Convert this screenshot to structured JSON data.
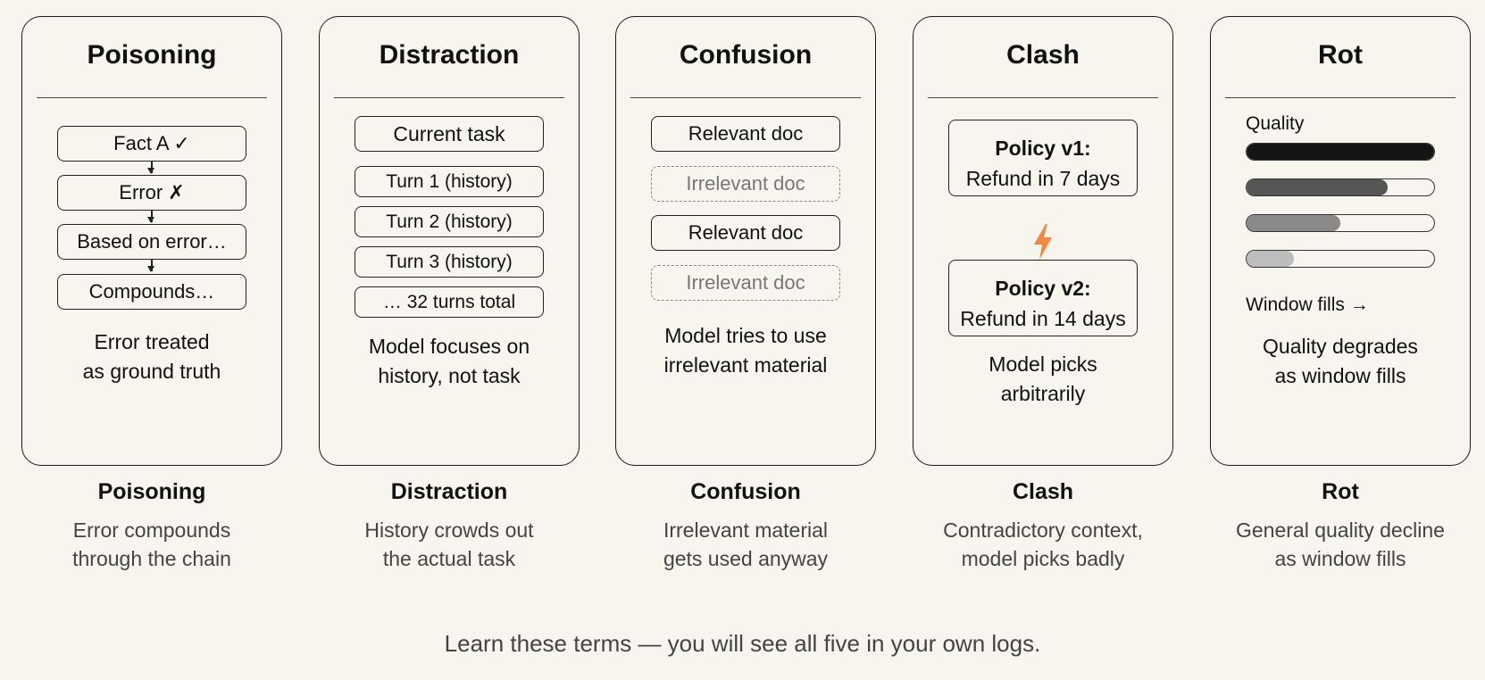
{
  "cards": [
    {
      "title": "Poisoning",
      "steps": [
        "Fact A ✓",
        "Error ✗",
        "Based on error…",
        "Compounds…"
      ],
      "caption_lines": [
        "Error treated",
        "as ground truth"
      ],
      "below_title": "Poisoning",
      "below_desc_lines": [
        "Error compounds",
        "through the chain"
      ]
    },
    {
      "title": "Distraction",
      "task": "Current task",
      "history": [
        "Turn 1 (history)",
        "Turn 2 (history)",
        "Turn 3 (history)",
        "… 32 turns total"
      ],
      "caption_lines": [
        "Model focuses on",
        "history, not task"
      ],
      "below_title": "Distraction",
      "below_desc_lines": [
        "History crowds out",
        "the actual task"
      ]
    },
    {
      "title": "Confusion",
      "docs": [
        {
          "label": "Relevant doc",
          "relevant": true
        },
        {
          "label": "Irrelevant doc",
          "relevant": false
        },
        {
          "label": "Relevant doc",
          "relevant": true
        },
        {
          "label": "Irrelevant doc",
          "relevant": false
        }
      ],
      "caption_lines": [
        "Model tries to use",
        "irrelevant material"
      ],
      "below_title": "Confusion",
      "below_desc_lines": [
        "Irrelevant material",
        "gets used anyway"
      ]
    },
    {
      "title": "Clash",
      "policies": [
        {
          "name": "Policy v1:",
          "text": "Refund in 7 days"
        },
        {
          "name": "Policy v2:",
          "text": "Refund in 14 days"
        }
      ],
      "conflict_icon": "lightning-bolt-icon",
      "caption_lines": [
        "Model picks",
        "arbitrarily"
      ],
      "below_title": "Clash",
      "below_desc_lines": [
        "Contradictory context,",
        "model picks badly"
      ]
    },
    {
      "title": "Rot",
      "quality_label": "Quality",
      "quality_levels": [
        1.0,
        0.75,
        0.5,
        0.25
      ],
      "bar_colors": [
        "#151515",
        "#555555",
        "#8a8a8a",
        "#bdbdbd"
      ],
      "window_label": "Window fills →",
      "caption_lines": [
        "Quality degrades",
        "as window fills"
      ],
      "below_title": "Rot",
      "below_desc_lines": [
        "General quality decline",
        "as window fills"
      ]
    }
  ],
  "footer": "Learn these terms — you will see all five in your own logs.",
  "colors": {
    "background": "#f8f4ee",
    "bolt": "#f0883e"
  }
}
